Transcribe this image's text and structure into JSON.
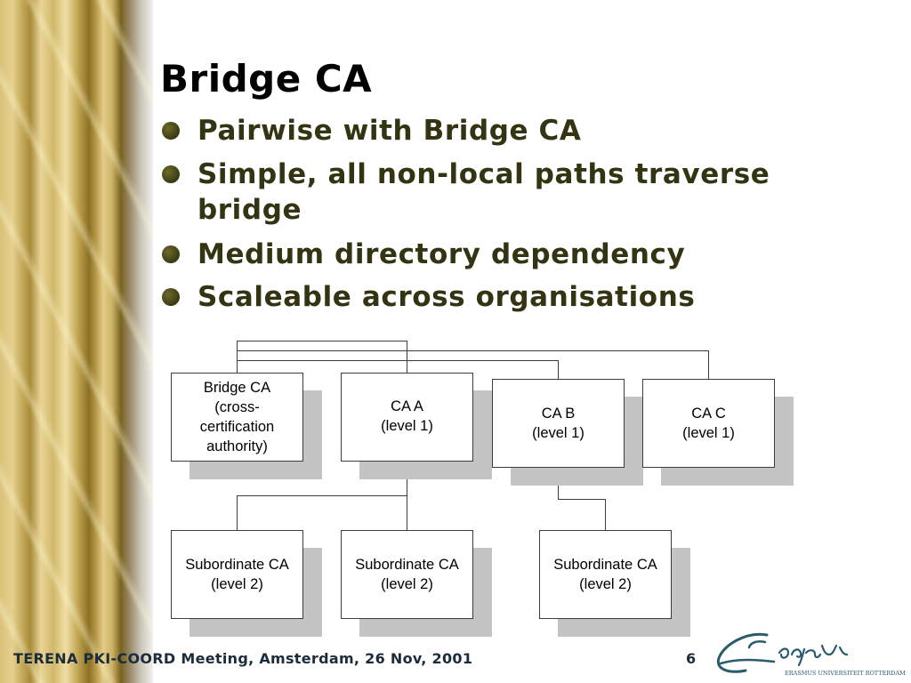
{
  "slide": {
    "title": "Bridge CA",
    "bullets": [
      "Pairwise with Bridge CA",
      "Simple, all non-local paths traverse bridge",
      "Medium directory dependency",
      "Scaleable  across organisations"
    ]
  },
  "diagram": {
    "nodes": {
      "bridge": [
        "Bridge CA",
        "(cross-",
        "certification",
        "authority)"
      ],
      "ca_a": [
        "CA A",
        "(level 1)"
      ],
      "ca_b": [
        "CA B",
        "(level 1)"
      ],
      "ca_c": [
        "CA C",
        "(level 1)"
      ],
      "sub_1": [
        "Subordinate CA",
        "(level 2)"
      ],
      "sub_2": [
        "Subordinate CA",
        "(level 2)"
      ],
      "sub_3": [
        "Subordinate CA",
        "(level 2)"
      ]
    }
  },
  "footer": {
    "text": "TERENA PKI-COORD Meeting, Amsterdam, 26 Nov, 2001",
    "page_number": "6",
    "logo_text": "ERASMUS UNIVERSITEIT ROTTERDAM"
  },
  "colors": {
    "bullet_text": "#343412",
    "footer_text": "#1c2c3c",
    "shadow": "#c4c4c4",
    "logo": "#2a5c6e"
  }
}
